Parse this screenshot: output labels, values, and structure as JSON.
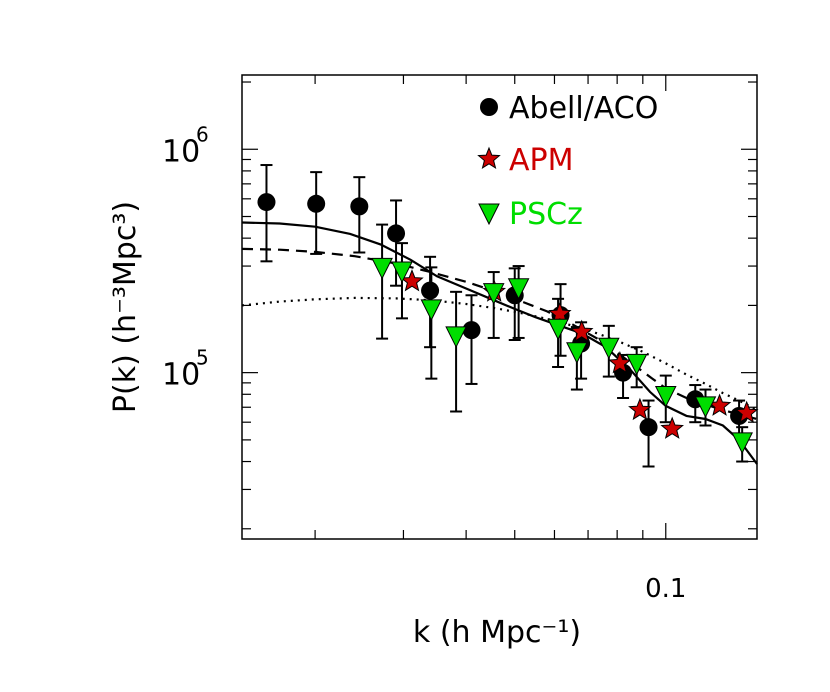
{
  "chart_data": {
    "type": "scatter",
    "xscale": "log",
    "yscale": "log",
    "xlim": [
      0.0143,
      0.152
    ],
    "ylim": [
      18000,
      2150000
    ],
    "xlabel": "k (h Mpc⁻¹)",
    "ylabel": "P(k) (h⁻³Mpc³)",
    "x_ticks": [
      {
        "value": 0.1,
        "label": "0.1"
      }
    ],
    "y_ticks": [
      {
        "value": 100000,
        "base": "10",
        "exponent": "5"
      },
      {
        "value": 1000000,
        "base": "10",
        "exponent": "6"
      }
    ],
    "legend_position": "top-right",
    "series": [
      {
        "name": "Abell/ACO",
        "marker": "filled-circle",
        "color": "#000000",
        "points": [
          {
            "x": 0.016,
            "y": 580000,
            "ylo": 315000,
            "yhi": 850000
          },
          {
            "x": 0.0201,
            "y": 570000,
            "ylo": 340000,
            "yhi": 790000
          },
          {
            "x": 0.0245,
            "y": 555000,
            "ylo": 345000,
            "yhi": 750000
          },
          {
            "x": 0.029,
            "y": 420000,
            "ylo": 245000,
            "yhi": 590000
          },
          {
            "x": 0.0339,
            "y": 233000,
            "ylo": 130000,
            "yhi": 330000
          },
          {
            "x": 0.041,
            "y": 155000,
            "ylo": 89000,
            "yhi": 222000
          },
          {
            "x": 0.05,
            "y": 222000,
            "ylo": 140000,
            "yhi": 293000
          },
          {
            "x": 0.0617,
            "y": 181000,
            "ylo": 119000,
            "yhi": 249000
          },
          {
            "x": 0.0678,
            "y": 135000,
            "ylo": 94000,
            "yhi": 168000
          },
          {
            "x": 0.0822,
            "y": 100000,
            "ylo": 77000,
            "yhi": 120000
          },
          {
            "x": 0.0924,
            "y": 57000,
            "ylo": 38000,
            "yhi": 75000
          },
          {
            "x": 0.1145,
            "y": 76000,
            "ylo": 60000,
            "yhi": 88000
          },
          {
            "x": 0.14,
            "y": 64000,
            "ylo": 53000,
            "yhi": 75000
          }
        ]
      },
      {
        "name": "APM",
        "marker": "star",
        "color": "#cc0000",
        "points": [
          {
            "x": 0.0312,
            "y": 256000
          },
          {
            "x": 0.0455,
            "y": 230000
          },
          {
            "x": 0.0615,
            "y": 183000
          },
          {
            "x": 0.068,
            "y": 152000
          },
          {
            "x": 0.081,
            "y": 110000
          },
          {
            "x": 0.0888,
            "y": 68000
          },
          {
            "x": 0.103,
            "y": 56000
          },
          {
            "x": 0.128,
            "y": 71000
          },
          {
            "x": 0.145,
            "y": 66000
          }
        ]
      },
      {
        "name": "PSCz",
        "marker": "triangle-down",
        "color": "#00dd00",
        "points": [
          {
            "x": 0.0272,
            "y": 296000,
            "ylo": 142000,
            "yhi": 460000
          },
          {
            "x": 0.0298,
            "y": 285000,
            "ylo": 175000,
            "yhi": 380000
          },
          {
            "x": 0.0341,
            "y": 193000,
            "ylo": 94000,
            "yhi": 296000
          },
          {
            "x": 0.0382,
            "y": 146000,
            "ylo": 67000,
            "yhi": 230000
          },
          {
            "x": 0.0454,
            "y": 228000,
            "ylo": 143000,
            "yhi": 282000
          },
          {
            "x": 0.0509,
            "y": 240000,
            "ylo": 143000,
            "yhi": 300000
          },
          {
            "x": 0.061,
            "y": 158000,
            "ylo": 106000,
            "yhi": 214000
          },
          {
            "x": 0.0665,
            "y": 124000,
            "ylo": 84000,
            "yhi": 160000
          },
          {
            "x": 0.077,
            "y": 130000,
            "ylo": 96000,
            "yhi": 162000
          },
          {
            "x": 0.0875,
            "y": 110000,
            "ylo": 86000,
            "yhi": 130000
          },
          {
            "x": 0.1,
            "y": 79000,
            "ylo": 60000,
            "yhi": 97000
          },
          {
            "x": 0.12,
            "y": 71000,
            "ylo": 58000,
            "yhi": 84000
          },
          {
            "x": 0.142,
            "y": 49000,
            "ylo": 40000,
            "yhi": 57000
          }
        ]
      }
    ],
    "curves": [
      {
        "style": "solid",
        "points": [
          [
            0.0143,
            470000
          ],
          [
            0.017,
            465000
          ],
          [
            0.02,
            450000
          ],
          [
            0.0235,
            418000
          ],
          [
            0.027,
            375000
          ],
          [
            0.031,
            320000
          ],
          [
            0.035,
            270000
          ],
          [
            0.04,
            238000
          ],
          [
            0.045,
            213000
          ],
          [
            0.05,
            193000
          ],
          [
            0.055,
            177000
          ],
          [
            0.061,
            163000
          ],
          [
            0.068,
            150000
          ],
          [
            0.076,
            130000
          ],
          [
            0.085,
            103000
          ],
          [
            0.093,
            82000
          ],
          [
            0.1,
            71000
          ],
          [
            0.11,
            64000
          ],
          [
            0.12,
            62000
          ],
          [
            0.13,
            58000
          ],
          [
            0.14,
            50000
          ],
          [
            0.152,
            39000
          ]
        ]
      },
      {
        "style": "dashed",
        "points": [
          [
            0.0143,
            358000
          ],
          [
            0.017,
            355000
          ],
          [
            0.02,
            347000
          ],
          [
            0.024,
            332000
          ],
          [
            0.029,
            308000
          ],
          [
            0.034,
            282000
          ],
          [
            0.04,
            255000
          ],
          [
            0.046,
            230000
          ],
          [
            0.052,
            207000
          ],
          [
            0.058,
            188000
          ],
          [
            0.065,
            165000
          ],
          [
            0.073,
            142000
          ],
          [
            0.08,
            123000
          ],
          [
            0.087,
            107000
          ],
          [
            0.094,
            94000
          ],
          [
            0.1,
            85000
          ],
          [
            0.11,
            77000
          ],
          [
            0.12,
            72000
          ],
          [
            0.13,
            68000
          ],
          [
            0.14,
            65000
          ],
          [
            0.152,
            62000
          ]
        ]
      },
      {
        "style": "dotted",
        "points": [
          [
            0.0143,
            200000
          ],
          [
            0.017,
            208000
          ],
          [
            0.02,
            213000
          ],
          [
            0.024,
            216000
          ],
          [
            0.029,
            215000
          ],
          [
            0.034,
            211000
          ],
          [
            0.04,
            203000
          ],
          [
            0.046,
            194000
          ],
          [
            0.052,
            184000
          ],
          [
            0.06,
            171000
          ],
          [
            0.07,
            155000
          ],
          [
            0.08,
            139000
          ],
          [
            0.09,
            124000
          ],
          [
            0.1,
            110000
          ],
          [
            0.11,
            98000
          ],
          [
            0.12,
            89000
          ],
          [
            0.13,
            81000
          ],
          [
            0.14,
            75000
          ],
          [
            0.152,
            68000
          ]
        ]
      }
    ]
  }
}
